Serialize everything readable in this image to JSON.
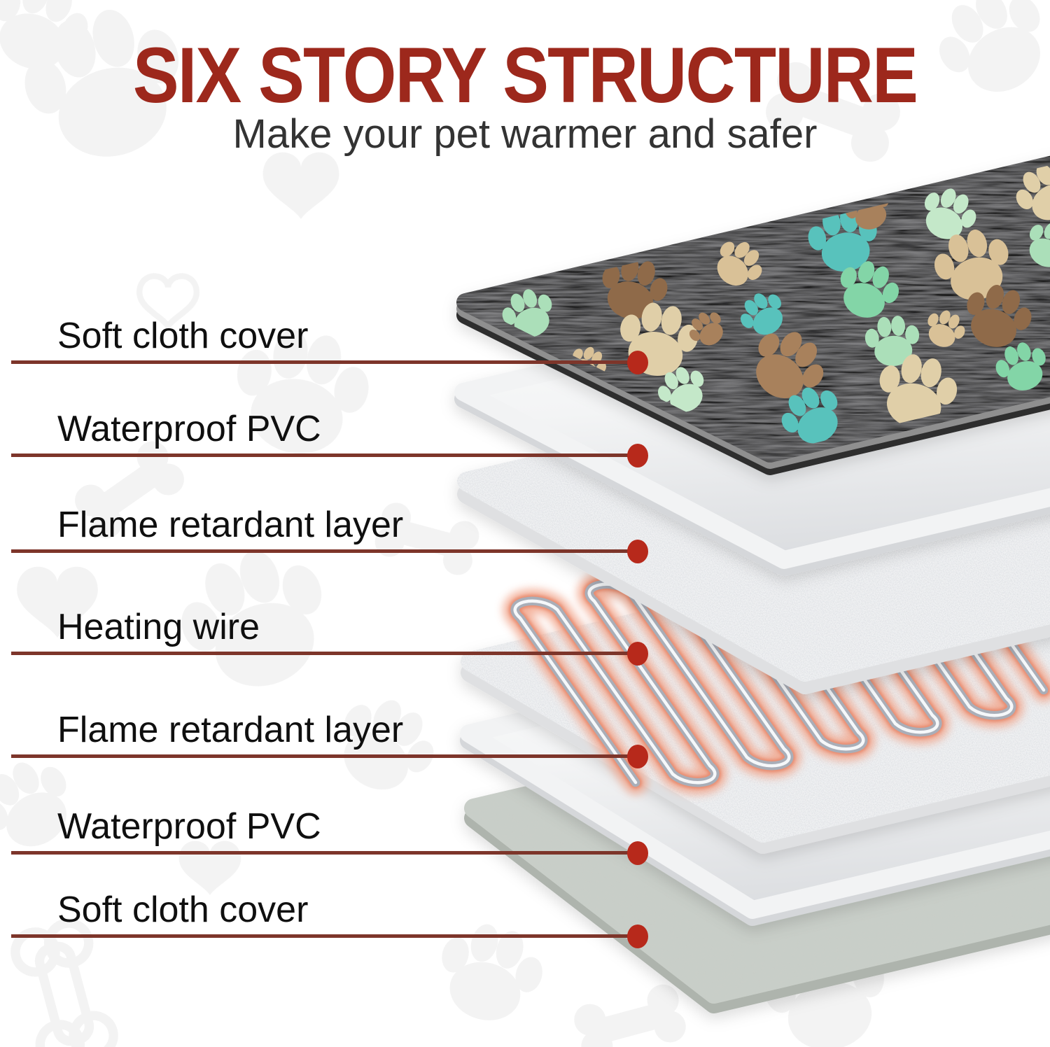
{
  "title": "SIX STORY STRUCTURE",
  "subtitle": "Make your pet warmer and safer",
  "callouts": [
    {
      "label": "Soft cloth cover",
      "target": "top-soft-cloth-layer"
    },
    {
      "label": "Waterproof PVC",
      "target": "top-pvc-layer"
    },
    {
      "label": "Flame retardant layer",
      "target": "upper-flame-retardant-layer"
    },
    {
      "label": "Heating wire",
      "target": "heating-wire"
    },
    {
      "label": "Flame retardant layer",
      "target": "lower-flame-retardant-layer"
    },
    {
      "label": "Waterproof PVC",
      "target": "bottom-pvc-layer"
    },
    {
      "label": "Soft cloth cover",
      "target": "bottom-soft-cloth-layer"
    }
  ],
  "colors": {
    "title": "#9d281c",
    "subtitle": "#333333",
    "label_text": "#0f0f0f",
    "callout_line": "#7d352a",
    "callout_dot": "#b7291b",
    "mat_base": "#1b1b1b",
    "pvc": "#f4f5f6",
    "foam": "#f2f3f4",
    "cloth": "#c9cec8",
    "wire_glow": "#f2a78e",
    "wire_tube": "#a9aeb8"
  }
}
